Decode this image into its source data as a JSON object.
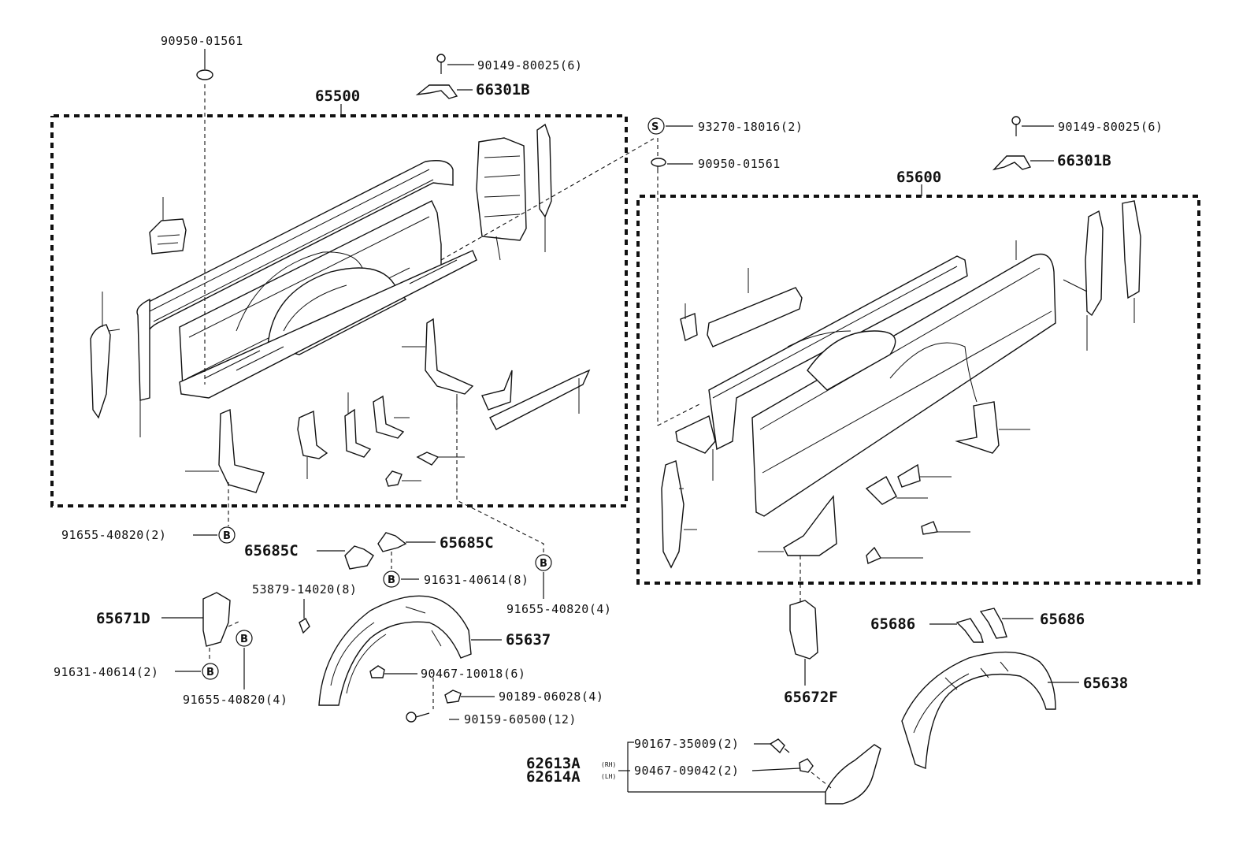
{
  "diagram": {
    "labels": {
      "p90950_top_left": "90950-01561",
      "p90149_top": "90149-80025(6)",
      "p66301B_top": "66301B",
      "p65500": "65500",
      "p93270": "93270-18016(2)",
      "p90950_right": "90950-01561",
      "p90149_right": "90149-80025(6)",
      "p66301B_right": "66301B",
      "p65600": "65600",
      "p91655_left": "91655-40820(2)",
      "p65685C_left": "65685C",
      "p65685C_right": "65685C",
      "p91631_mid": "91631-40614(8)",
      "p53879": "53879-14020(8)",
      "p91655_mid": "91655-40820(4)",
      "p65671D": "65671D",
      "p65637": "65637",
      "p91631_left": "91631-40614(2)",
      "p90467_10018": "90467-10018(6)",
      "p91655_bottom": "91655-40820(4)",
      "p90189": "90189-06028(4)",
      "p90159": "90159-60500(12)",
      "p65686_left": "65686",
      "p65686_right": "65686",
      "p65638": "65638",
      "p65672F": "65672F",
      "p90167": "90167-35009(2)",
      "p90467_09042": "90467-09042(2)",
      "p62613A": "62613A",
      "p62614A": "62614A",
      "rh": "(RH)",
      "lh": "(LH)"
    },
    "symbols": {
      "S": "S",
      "B": "B"
    }
  }
}
